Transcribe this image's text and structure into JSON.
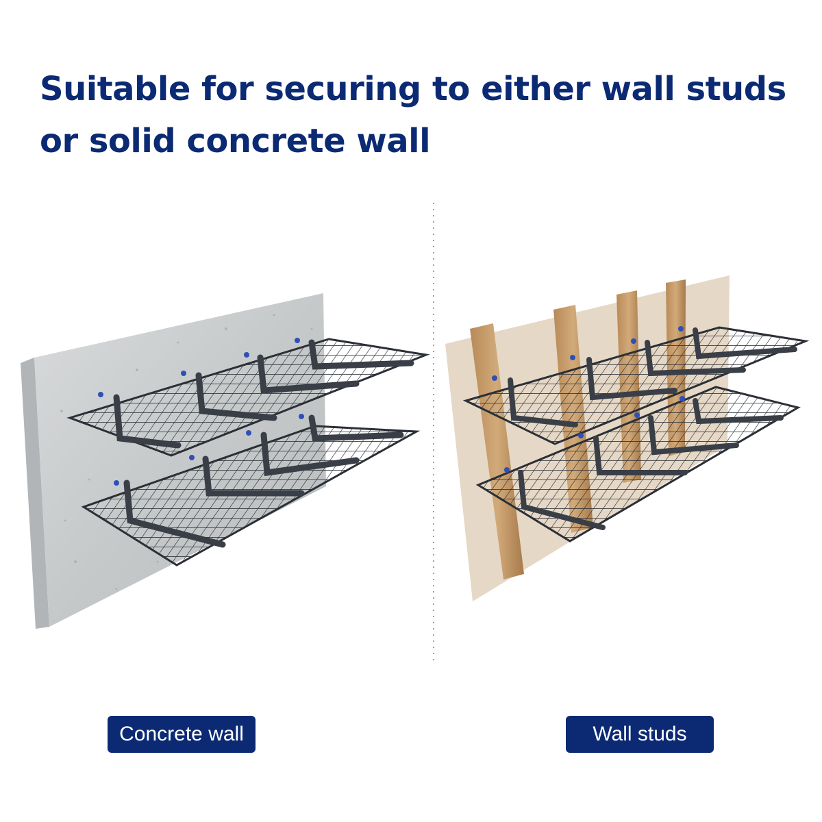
{
  "headline": {
    "line1": "Suitable for securing to either wall studs",
    "line2": "or solid concrete wall"
  },
  "labels": {
    "concrete": "Concrete wall",
    "studs": "Wall studs"
  },
  "colors": {
    "headline": "#0b2a73",
    "pill": "#0b2a73",
    "pill_text": "#ffffff",
    "concrete": "#c9cbcc",
    "drywall": "#e3d3c0",
    "stud": "#c79e6e",
    "shelf": "#2b2f36",
    "bolt": "#2f4fb8"
  }
}
